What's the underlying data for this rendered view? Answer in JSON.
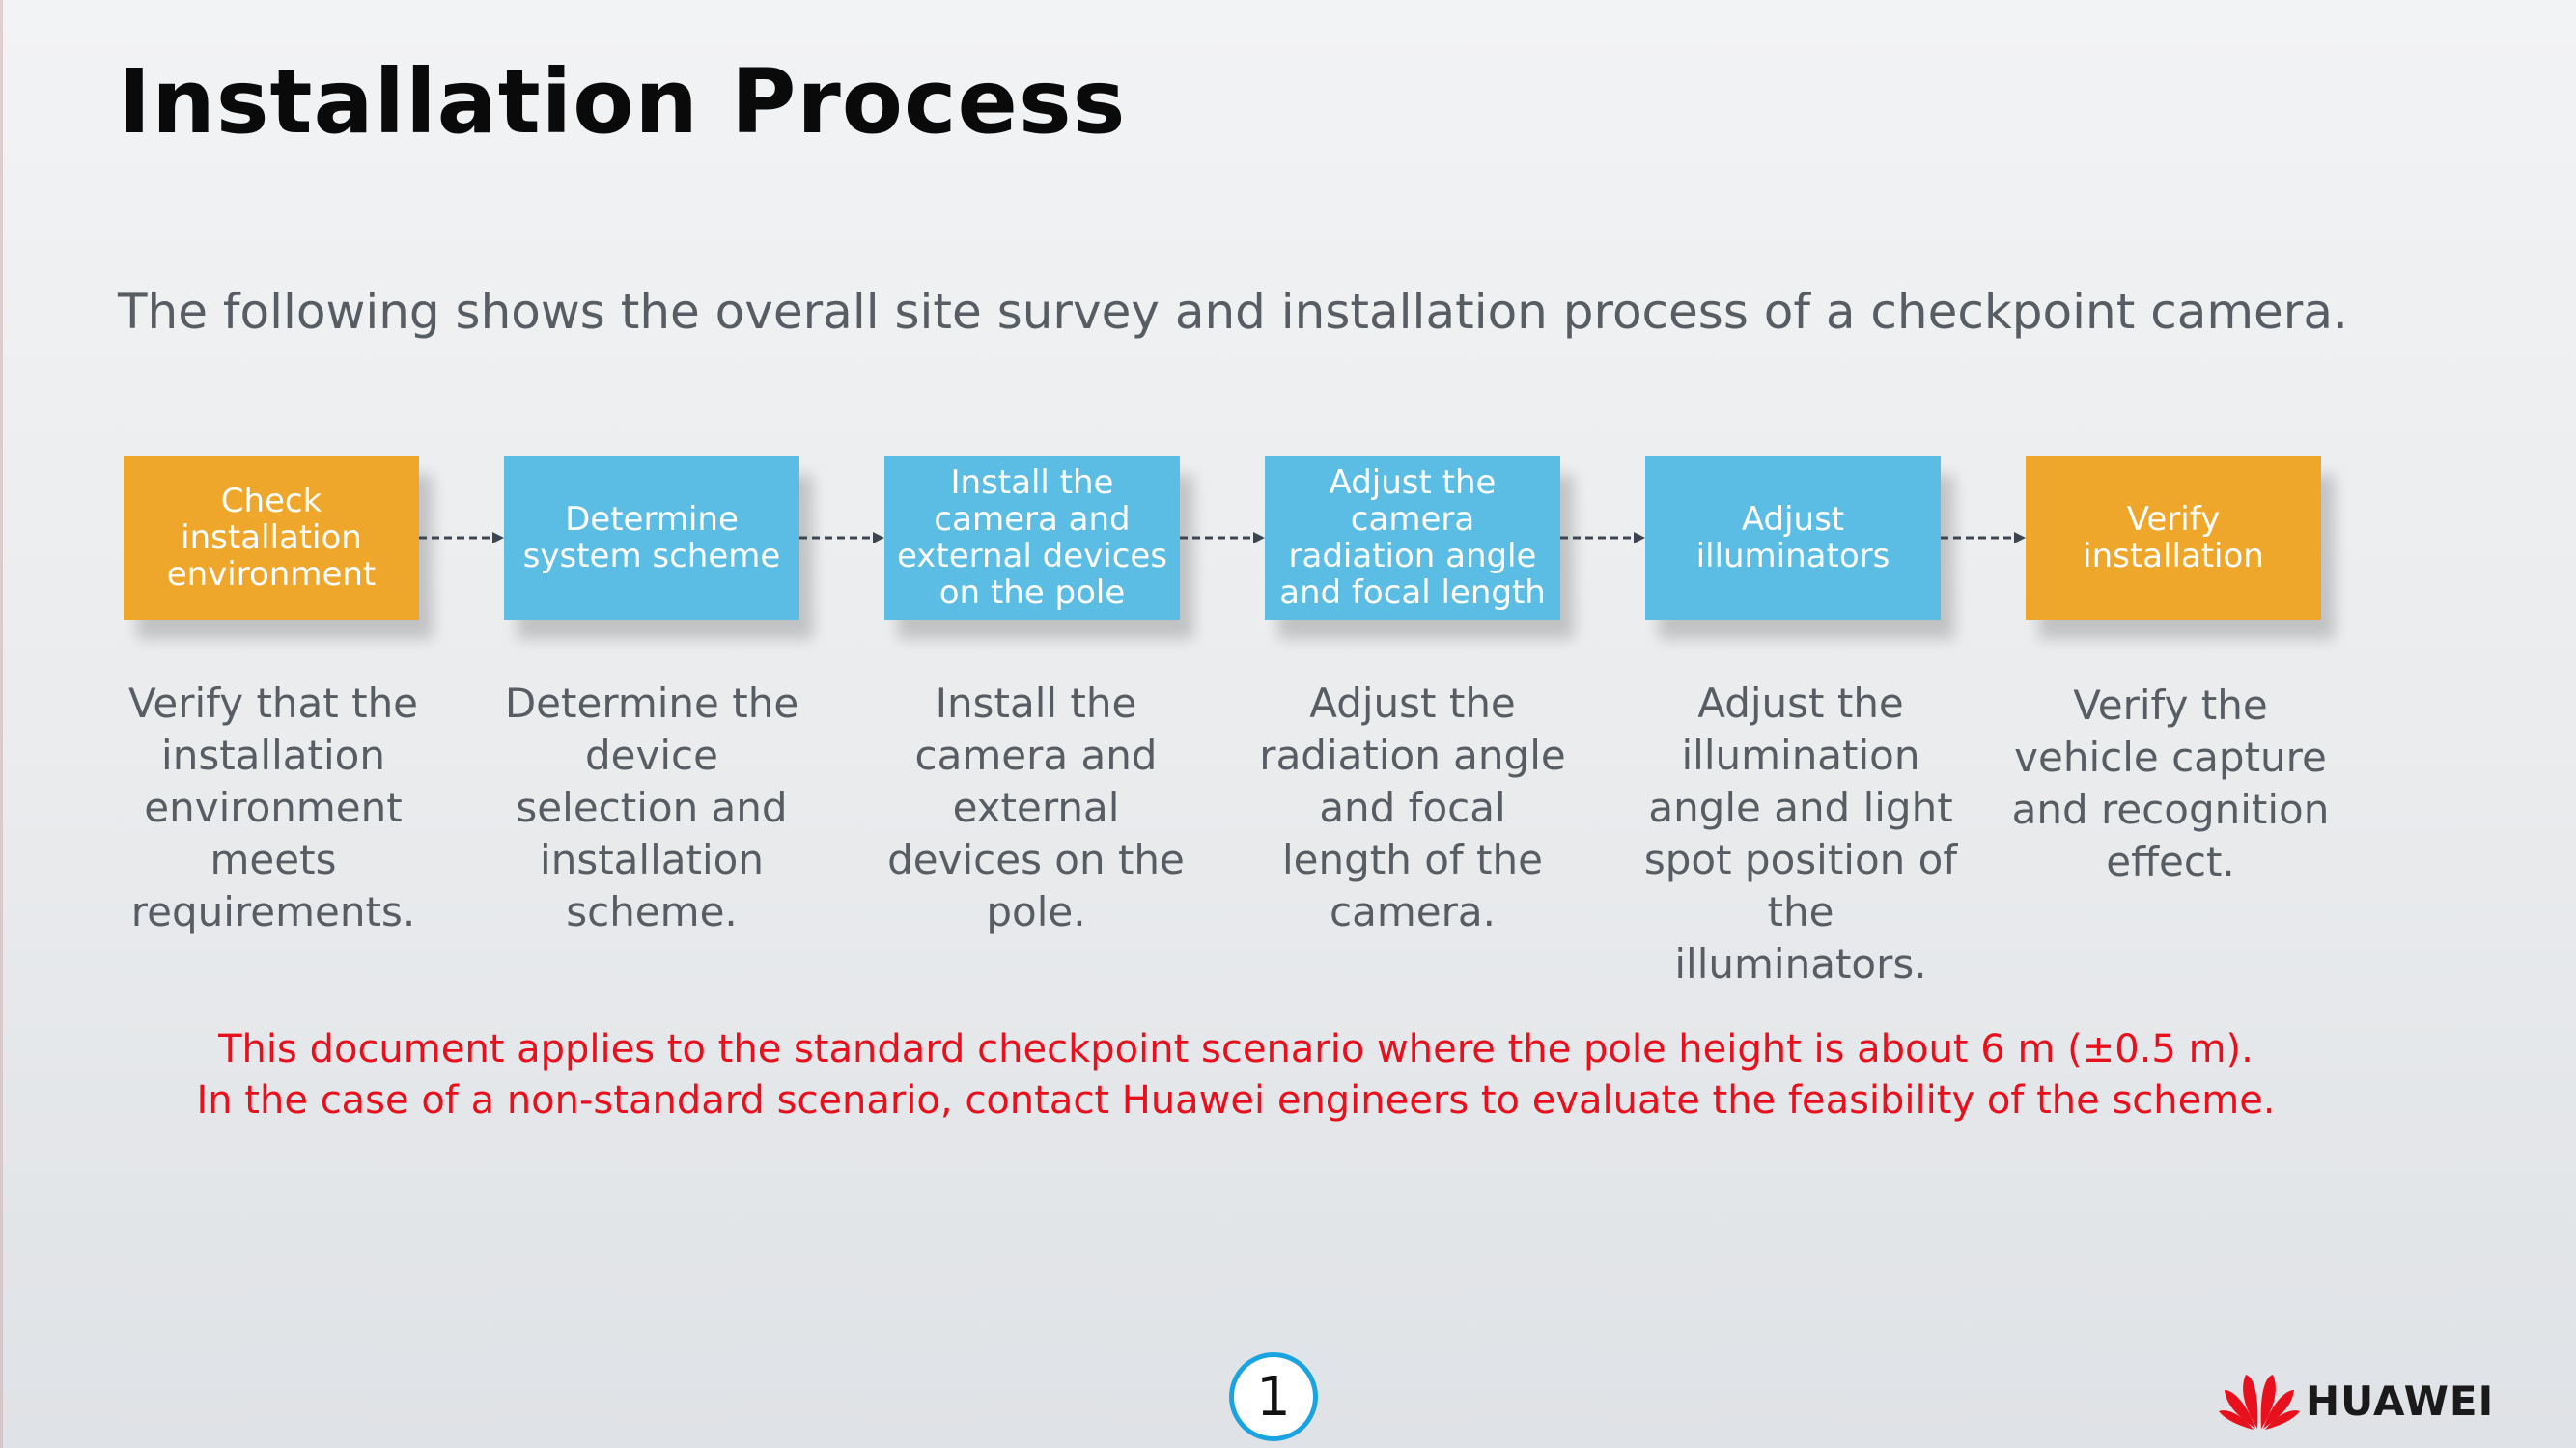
{
  "title": "Installation Process",
  "intro": "The following shows the overall site survey and installation process of a checkpoint camera.",
  "steps": [
    {
      "label": "Check installation environment",
      "description": "Verify that the installation environment meets requirements.",
      "color": "#eea72a"
    },
    {
      "label": "Determine system scheme",
      "description": "Determine the device selection and installation scheme.",
      "color": "#5bbce4"
    },
    {
      "label": "Install the camera and external devices on the pole",
      "description": "Install the camera and external devices on the pole.",
      "color": "#5bbce4"
    },
    {
      "label": "Adjust the camera radiation angle and focal length",
      "description": "Adjust the radiation angle and focal length of the camera.",
      "color": "#5bbce4"
    },
    {
      "label": "Adjust illuminators",
      "description": "Adjust the illumination angle and light spot position of the illuminators.",
      "color": "#5bbce4"
    },
    {
      "label": "Verify installation",
      "description": "Verify the vehicle capture and recognition effect.",
      "color": "#eea72a"
    }
  ],
  "notes": [
    "This document applies to the standard checkpoint scenario where the pole height is about 6 m (±0.5 m).",
    "In the case of a non-standard scenario, contact Huawei engineers to evaluate the feasibility of the scheme."
  ],
  "page_number": "1",
  "brand": {
    "name": "HUAWEI",
    "logo_icon": "huawei-flower-icon",
    "color": "#e8101c"
  },
  "colors": {
    "note_text": "#e8101c",
    "badge_border": "#1aa3e1"
  }
}
